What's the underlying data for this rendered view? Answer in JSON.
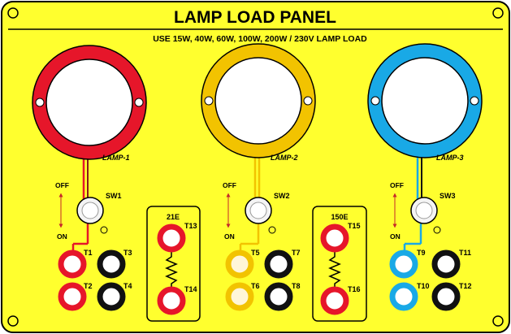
{
  "panel": {
    "title": "LAMP LOAD PANEL",
    "subtitle": "USE 15W, 40W, 60W, 100W, 200W / 230V LAMP LOAD"
  },
  "colors": {
    "panel_bg": "#ffff2e",
    "lamp1": "#e6162a",
    "lamp2": "#f2c300",
    "lamp3": "#19a9e6",
    "black_terminal": "#111111",
    "dark_red_wire": "#8b1a1a"
  },
  "lamps": [
    {
      "label": "LAMP-1",
      "ring_color": "red",
      "switch_label": "SW1",
      "off_label": "OFF",
      "on_label": "ON",
      "terminals": [
        {
          "label": "T1",
          "color": "red"
        },
        {
          "label": "T2",
          "color": "red"
        },
        {
          "label": "T3",
          "color": "black"
        },
        {
          "label": "T4",
          "color": "black"
        }
      ]
    },
    {
      "label": "LAMP-2",
      "ring_color": "yellow",
      "switch_label": "SW2",
      "off_label": "OFF",
      "on_label": "ON",
      "terminals": [
        {
          "label": "T5",
          "color": "yellow"
        },
        {
          "label": "T6",
          "color": "yellow"
        },
        {
          "label": "T7",
          "color": "black"
        },
        {
          "label": "T8",
          "color": "black"
        }
      ]
    },
    {
      "label": "LAMP-3",
      "ring_color": "blue",
      "switch_label": "SW3",
      "off_label": "OFF",
      "on_label": "ON",
      "terminals": [
        {
          "label": "T9",
          "color": "blue"
        },
        {
          "label": "T10",
          "color": "blue"
        },
        {
          "label": "T11",
          "color": "black"
        },
        {
          "label": "T12",
          "color": "black"
        }
      ]
    }
  ],
  "resistors": [
    {
      "value": "21E",
      "top_terminal": "T13",
      "bottom_terminal": "T14"
    },
    {
      "value": "150E",
      "top_terminal": "T15",
      "bottom_terminal": "T16"
    }
  ]
}
